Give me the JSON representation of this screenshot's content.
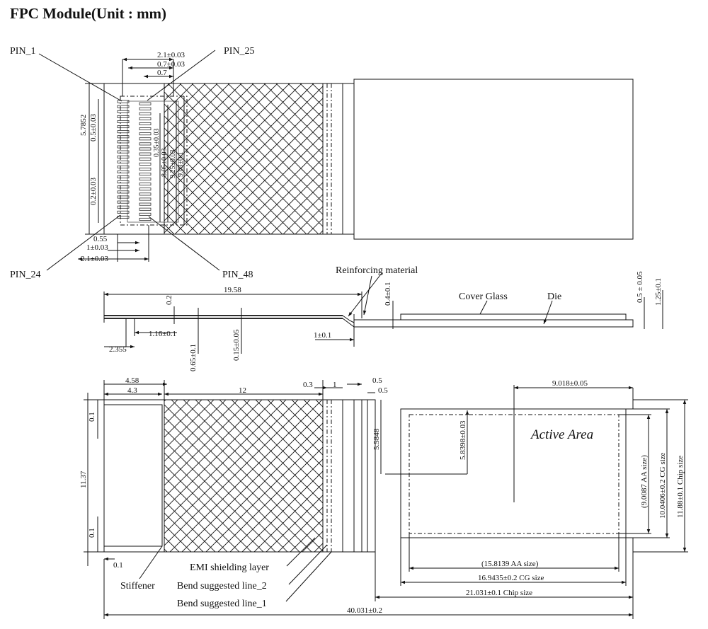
{
  "title": "FPC Module(Unit : mm)",
  "top_view": {
    "pin1": "PIN_1",
    "pin25": "PIN_25",
    "pin24": "PIN_24",
    "pin48": "PIN_48",
    "d_2_1_top": "2.1±0.03",
    "d_0_7_tol": "0.7±0.03",
    "d_0_7": "0.7",
    "d_5_7852": "5.7852",
    "d_0_5": "0.5±0.03",
    "d_0_2": "0.2±0.03",
    "d_0_35": "0.35±0.03",
    "d_8_05": "8.05±0.03",
    "d_9_25": "9.25±0.03",
    "d_9_03": "9.03±0.1",
    "d_0_55": "0.55",
    "d_1": "1±0.03",
    "d_2_1_bot": "2.1±0.03"
  },
  "side_view": {
    "reinforcing": "Reinforcing  material",
    "cover_glass": "Cover Glass",
    "die": "Die",
    "d_19_58": "19.58",
    "d_0_2": "0.2",
    "d_1_16": "1.16±0.1",
    "d_0_15": "0.15±0.05",
    "d_0_65": "0.65±0.1",
    "d_2_355": "2.355",
    "d_1": "1±0.1",
    "d_0_4": "0.4±0.1",
    "d_0_5": "0.5 ± 0.05",
    "d_1_25": "1.25±0.1"
  },
  "bottom_view": {
    "d_4_58": "4.58",
    "d_4_3": "4.3",
    "d_12": "12",
    "d_0_3": "0.3",
    "d_1": "1",
    "d_0_5a": "0.5",
    "d_0_5b": "0.5",
    "d_0_1_top": "0.1",
    "d_11_37": "11.37",
    "d_0_1_mid": "0.1",
    "d_0_1_bot": "0.1",
    "d_5_5848": "5.5848",
    "d_5_8398": "5.8398±0.03",
    "d_9_018": "9.018±0.05",
    "active_area": "Active Area",
    "aa_v": "(9.0087 AA size)",
    "cg_v": "10.0406±0.2 CG size",
    "chip_v": "11.88±0.1 Chip size",
    "aa_h": "(15.8139 AA size)",
    "cg_h": "16.9435±0.2 CG size",
    "chip_h": "21.031±0.1 Chip size",
    "total": "40.031±0.2",
    "emi": "EMI shielding layer",
    "stiffener": "Stiffener",
    "bend2": "Bend suggested line_2",
    "bend1": "Bend suggested line_1"
  }
}
